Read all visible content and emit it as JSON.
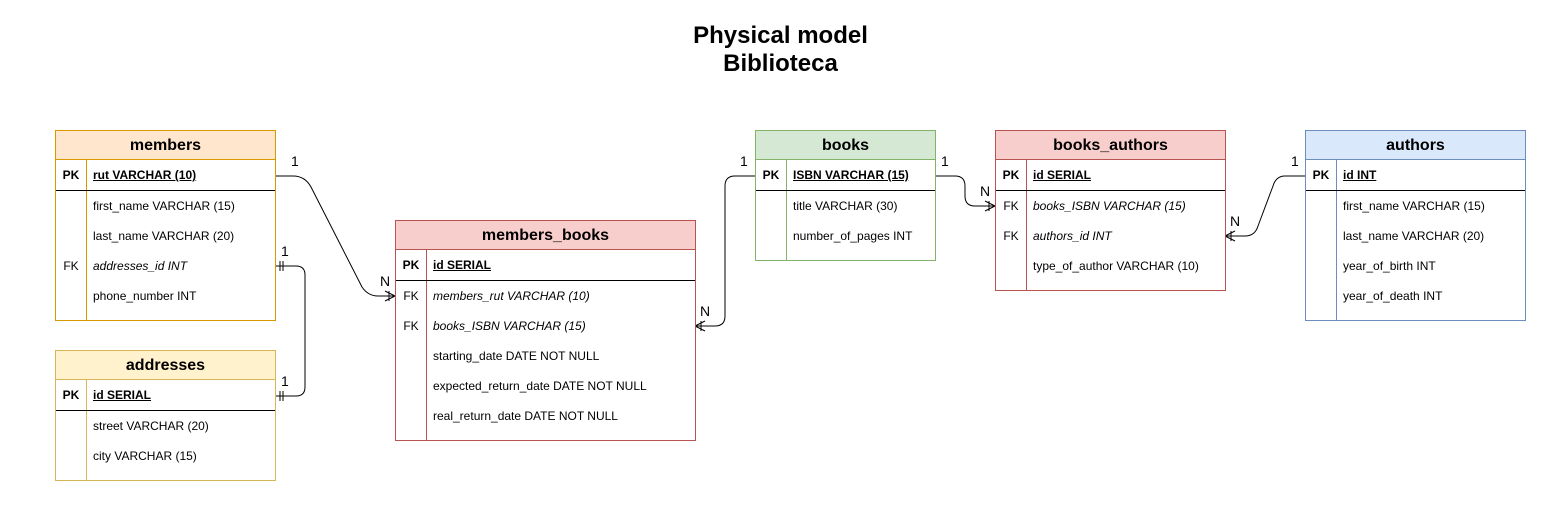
{
  "title_line1": "Physical model",
  "title_line2": "Biblioteca",
  "entities": {
    "members": {
      "name": "members",
      "rows": [
        {
          "key": "PK",
          "field": "rut VARCHAR (10)"
        },
        {
          "key": "",
          "field": "first_name VARCHAR (15)"
        },
        {
          "key": "",
          "field": "last_name VARCHAR (20)"
        },
        {
          "key": "FK",
          "field": "addresses_id INT"
        },
        {
          "key": "",
          "field": "phone_number INT"
        }
      ]
    },
    "addresses": {
      "name": "addresses",
      "rows": [
        {
          "key": "PK",
          "field": "id SERIAL"
        },
        {
          "key": "",
          "field": "street VARCHAR (20)"
        },
        {
          "key": "",
          "field": "city VARCHAR (15)"
        }
      ]
    },
    "members_books": {
      "name": "members_books",
      "rows": [
        {
          "key": "PK",
          "field": "id SERIAL"
        },
        {
          "key": "FK",
          "field": "members_rut VARCHAR (10)"
        },
        {
          "key": "FK",
          "field": "books_ISBN VARCHAR (15)"
        },
        {
          "key": "",
          "field": "starting_date DATE NOT NULL"
        },
        {
          "key": "",
          "field": "expected_return_date DATE NOT NULL"
        },
        {
          "key": "",
          "field": "real_return_date DATE NOT NULL"
        }
      ]
    },
    "books": {
      "name": "books",
      "rows": [
        {
          "key": "PK",
          "field": "ISBN VARCHAR (15)"
        },
        {
          "key": "",
          "field": "title VARCHAR (30)"
        },
        {
          "key": "",
          "field": "number_of_pages INT"
        }
      ]
    },
    "books_authors": {
      "name": "books_authors",
      "rows": [
        {
          "key": "PK",
          "field": "id SERIAL"
        },
        {
          "key": "FK",
          "field": "books_ISBN VARCHAR (15)"
        },
        {
          "key": "FK",
          "field": "authors_id INT"
        },
        {
          "key": "",
          "field": "type_of_author VARCHAR (10)"
        }
      ]
    },
    "authors": {
      "name": "authors",
      "rows": [
        {
          "key": "PK",
          "field": "id INT"
        },
        {
          "key": "",
          "field": "first_name VARCHAR (15)"
        },
        {
          "key": "",
          "field": "last_name VARCHAR (20)"
        },
        {
          "key": "",
          "field": "year_of_birth INT"
        },
        {
          "key": "",
          "field": "year_of_death INT"
        }
      ]
    }
  },
  "relationships": [
    {
      "from": "members.rut",
      "to": "members_books.members_rut",
      "card_from": "1",
      "card_to": "N"
    },
    {
      "from": "addresses.id",
      "to": "members.addresses_id",
      "card_from": "1",
      "card_to": "1"
    },
    {
      "from": "books.ISBN",
      "to": "members_books.books_ISBN",
      "card_from": "1",
      "card_to": "N"
    },
    {
      "from": "books.ISBN",
      "to": "books_authors.books_ISBN",
      "card_from": "1",
      "card_to": "N"
    },
    {
      "from": "authors.id",
      "to": "books_authors.authors_id",
      "card_from": "1",
      "card_to": "N"
    }
  ],
  "colors": {
    "members": "#ffe6cc",
    "addresses": "#fff2cc",
    "members_books": "#f8cecc",
    "books": "#d5e8d4",
    "books_authors": "#f8cecc",
    "authors": "#dae8fc"
  }
}
